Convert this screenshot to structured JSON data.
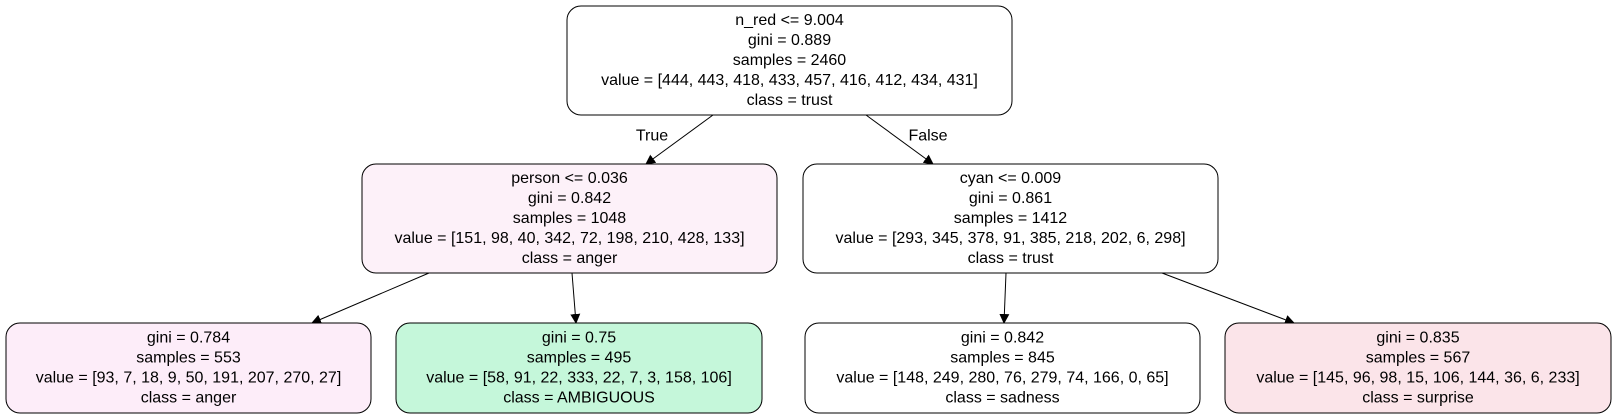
{
  "nodes": [
    {
      "id": "root",
      "fill": "#ffffff",
      "lines": [
        "n_red <= 9.004",
        "gini = 0.889",
        "samples = 2460",
        "value = [444, 443, 418, 433, 457, 416, 412, 434, 431]",
        "class = trust"
      ]
    },
    {
      "id": "left",
      "fill": "#fdf1f9",
      "lines": [
        "person <= 0.036",
        "gini = 0.842",
        "samples = 1048",
        "value = [151, 98, 40, 342, 72, 198, 210, 428, 133]",
        "class = anger"
      ]
    },
    {
      "id": "right",
      "fill": "#ffffff",
      "lines": [
        "cyan <= 0.009",
        "gini = 0.861",
        "samples = 1412",
        "value = [293, 345, 378, 91, 385, 218, 202, 6, 298]",
        "class = trust"
      ]
    },
    {
      "id": "ll",
      "fill": "#fdedf9",
      "lines": [
        "gini = 0.784",
        "samples = 553",
        "value = [93, 7, 18, 9, 50, 191, 207, 270, 27]",
        "class = anger"
      ]
    },
    {
      "id": "lr",
      "fill": "#c5f7da",
      "lines": [
        "gini = 0.75",
        "samples = 495",
        "value = [58, 91, 22, 333, 22, 7, 3, 158, 106]",
        "class = AMBIGUOUS"
      ]
    },
    {
      "id": "rl",
      "fill": "#ffffff",
      "lines": [
        "gini = 0.842",
        "samples = 845",
        "value = [148, 249, 280, 76, 279, 74, 166, 0, 65]",
        "class = sadness"
      ]
    },
    {
      "id": "rr",
      "fill": "#fbe4e9",
      "lines": [
        "gini = 0.835",
        "samples = 567",
        "value = [145, 96, 98, 15, 106, 144, 36, 6, 233]",
        "class = surprise"
      ]
    }
  ],
  "edges": [
    {
      "from": "root",
      "to": "left",
      "label": "True"
    },
    {
      "from": "root",
      "to": "right",
      "label": "False"
    },
    {
      "from": "left",
      "to": "ll",
      "label": ""
    },
    {
      "from": "left",
      "to": "lr",
      "label": ""
    },
    {
      "from": "right",
      "to": "rl",
      "label": ""
    },
    {
      "from": "right",
      "to": "rr",
      "label": ""
    }
  ]
}
